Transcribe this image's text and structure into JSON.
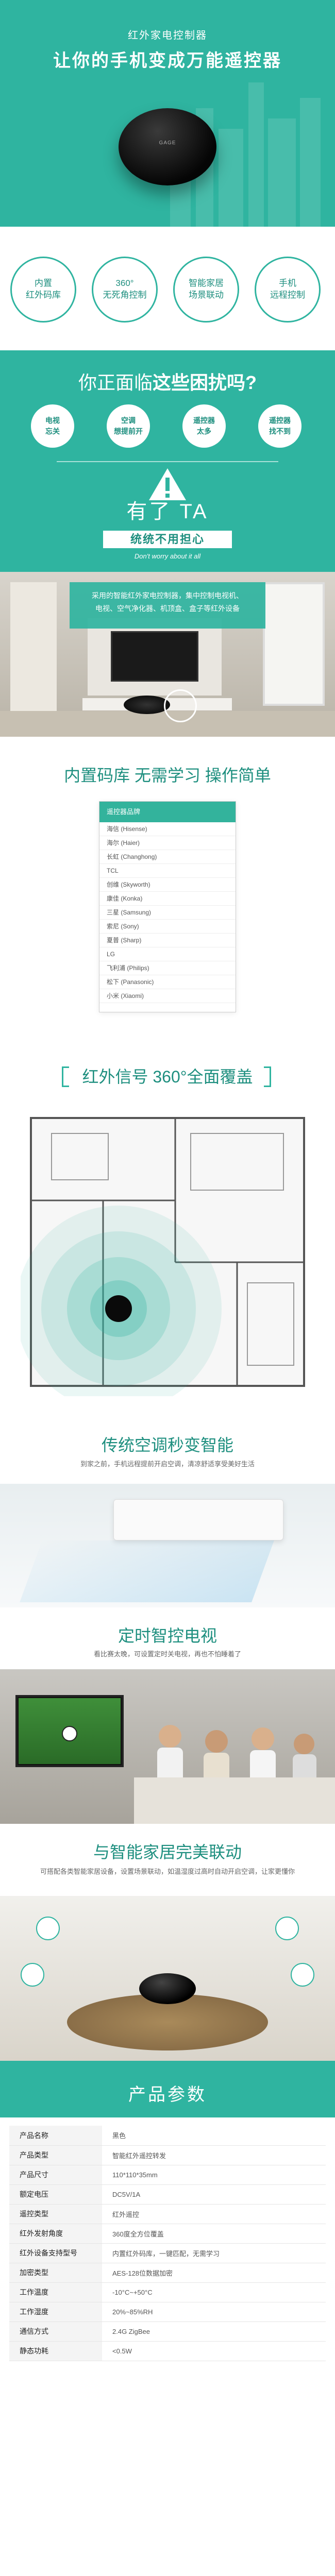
{
  "hero": {
    "subtitle": "红外家电控制器",
    "title": "让你的手机变成万能遥控器",
    "device_logo": "GAGE"
  },
  "features": [
    {
      "line1": "内置",
      "line2": "红外码库"
    },
    {
      "line1": "360°",
      "line2": "无死角控制"
    },
    {
      "line1": "智能家居",
      "line2": "场景联动"
    },
    {
      "line1": "手机",
      "line2": "远程控制"
    }
  ],
  "trouble": {
    "question_prefix": "你正面临",
    "question_bold": "这些困扰吗?",
    "tags": [
      {
        "line1": "电视",
        "line2": "忘关"
      },
      {
        "line1": "空调",
        "line2": "想提前开"
      },
      {
        "line1": "遥控器",
        "line2": "太多"
      },
      {
        "line1": "遥控器",
        "line2": "找不到"
      }
    ],
    "have_it": "有了 TA",
    "worry_cn": "统统不用担心",
    "worry_en": "Don't worry about it all"
  },
  "living": {
    "overlay_line1": "采用的智能红外家电控制器，集中控制电视机、",
    "overlay_line2": "电视、空气净化器、机顶盒、盒子等红外设备"
  },
  "app": {
    "title": "内置码库  无需学习  操作简单",
    "bar_label": "遥控器品牌",
    "rows": [
      "海信 (Hisense)",
      "海尔 (Haier)",
      "长虹 (Changhong)",
      "TCL",
      "创维 (Skyworth)",
      "康佳 (Konka)",
      "三星 (Samsung)",
      "索尼 (Sony)",
      "夏普 (Sharp)",
      "LG",
      "飞利浦 (Philips)",
      "松下 (Panasonic)",
      "小米 (Xiaomi)"
    ]
  },
  "ir": {
    "title": "红外信号 360°全面覆盖"
  },
  "ac": {
    "title": "传统空调秒变智能",
    "desc": "到家之前，手机远程提前开启空调，清凉舒适享受美好生活"
  },
  "tv": {
    "title": "定时智控电视",
    "desc": "看比赛太晚，可设置定时关电视，再也不怕睡着了"
  },
  "smart": {
    "title": "与智能家居完美联动",
    "desc": "可搭配各类智能家居设备，设置场景联动，如温湿度过高时自动开启空调，让家更懂你"
  },
  "params": {
    "title": "产品参数",
    "rows": [
      {
        "k": "产品名称",
        "v": "黑色"
      },
      {
        "k": "产品类型",
        "v": "智能红外遥控转发"
      },
      {
        "k": "产品尺寸",
        "v": "110*110*35mm"
      },
      {
        "k": "额定电压",
        "v": "DC5V/1A"
      },
      {
        "k": "遥控类型",
        "v": "红外遥控"
      },
      {
        "k": "红外发射角度",
        "v": "360度全方位覆盖"
      },
      {
        "k": "红外设备支持型号",
        "v": "内置红外码库，一键匹配，无需学习"
      },
      {
        "k": "加密类型",
        "v": "AES-128位数据加密"
      },
      {
        "k": "工作温度",
        "v": "-10°C~+50°C"
      },
      {
        "k": "工作湿度",
        "v": "20%~85%RH"
      },
      {
        "k": "通信方式",
        "v": "2.4G ZigBee"
      },
      {
        "k": "静态功耗",
        "v": "<0.5W"
      }
    ]
  }
}
